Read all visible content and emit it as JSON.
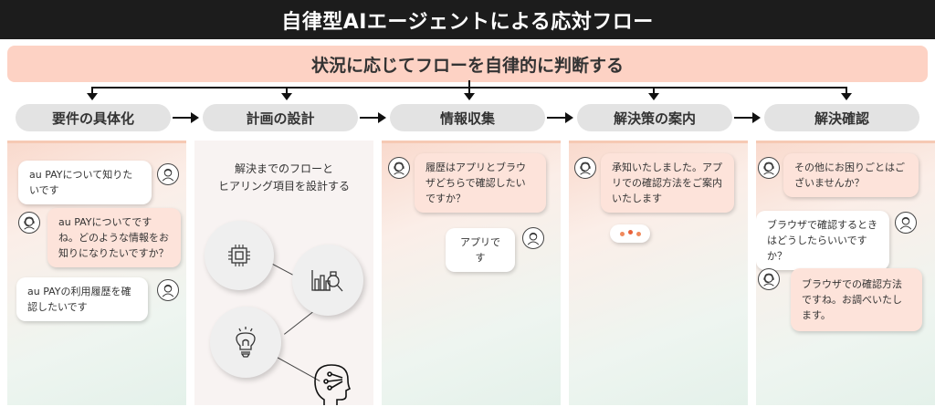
{
  "header": {
    "title": "自律型AIエージェントによる応対フロー"
  },
  "banner": {
    "text": "状況に応じてフローを自律的に判断する"
  },
  "steps": [
    {
      "label": "要件の具体化"
    },
    {
      "label": "計画の設計"
    },
    {
      "label": "情報収集"
    },
    {
      "label": "解決策の案内"
    },
    {
      "label": "解決確認"
    }
  ],
  "columns": {
    "requirements": {
      "messages": [
        {
          "role": "user",
          "text": "au PAYについて知りたいです",
          "avatar": "user-avatar-icon"
        },
        {
          "role": "ai",
          "text": "au PAYについてですね。どのような情報をお知りになりたいですか？",
          "avatar": "ai-operator-avatar-icon"
        },
        {
          "role": "user",
          "text": "au PAYの利用履歴を確認したいです",
          "avatar": "user-avatar-icon"
        }
      ]
    },
    "planning": {
      "text": "解決までのフローと\nヒアリング項目を設計する",
      "icons": [
        "cpu-chip-icon",
        "chart-search-icon",
        "lightbulb-icon",
        "ai-brain-head-icon"
      ]
    },
    "information": {
      "messages": [
        {
          "role": "ai",
          "text": "履歴はアプリとブラウザどちらで確認したいですか？",
          "avatar": "ai-operator-avatar-icon"
        },
        {
          "role": "user",
          "text": "アプリです",
          "avatar": "user-avatar-icon"
        }
      ]
    },
    "solution": {
      "messages": [
        {
          "role": "ai",
          "text": "承知いたしました。アプリでの確認方法をご案内いたします",
          "avatar": "ai-operator-avatar-icon"
        }
      ],
      "typing_indicator": "typing-dots-icon"
    },
    "confirmation": {
      "messages": [
        {
          "role": "ai",
          "text": "その他にお困りごとはございませんか？",
          "avatar": "ai-operator-avatar-icon"
        },
        {
          "role": "user",
          "text": "ブラウザで確認するときはどうしたらいいですか？",
          "avatar": "user-avatar-icon"
        },
        {
          "role": "ai",
          "text": "ブラウザでの確認方法ですね。お調べいたします。",
          "avatar": "ai-operator-avatar-icon"
        }
      ]
    }
  },
  "colors": {
    "title_bg": "#1c1c1c",
    "banner_bg": "#fdd2c4",
    "step_bg": "#e3e3e3",
    "ai_bubble": "#fde3da",
    "user_bubble": "#ffffff",
    "typing_dot": "#e8603a"
  }
}
